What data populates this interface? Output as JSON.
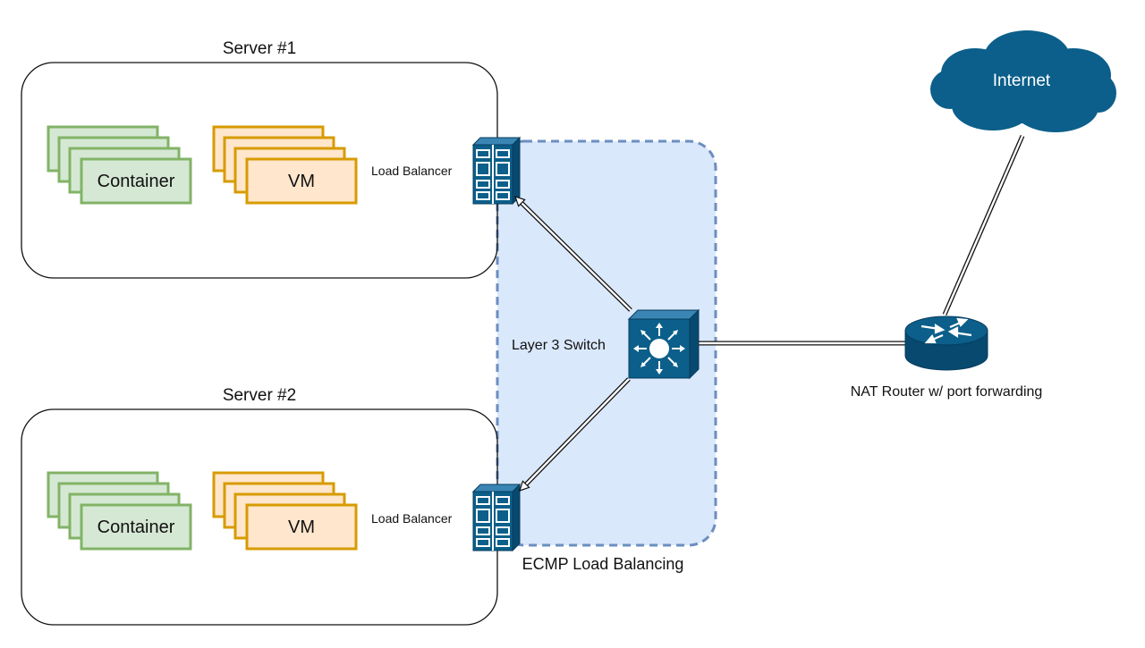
{
  "servers": [
    {
      "title": "Server #1",
      "container_label": "Container",
      "vm_label": "VM",
      "lb_label": "Load Balancer"
    },
    {
      "title": "Server #2",
      "container_label": "Container",
      "vm_label": "VM",
      "lb_label": "Load Balancer"
    }
  ],
  "switch": {
    "label": "Layer 3 Switch"
  },
  "ecmp": {
    "label": "ECMP Load Balancing"
  },
  "router": {
    "label": "NAT Router w/ port forwarding"
  },
  "internet": {
    "label": "Internet"
  },
  "colors": {
    "container_fill": "#d5e8d4",
    "container_stroke": "#82b366",
    "vm_fill": "#ffe6cc",
    "vm_stroke": "#d79b00",
    "ecmp_fill": "#dae8fc",
    "ecmp_stroke": "#6c8ebf",
    "network_blue": "#0b5f8a"
  }
}
